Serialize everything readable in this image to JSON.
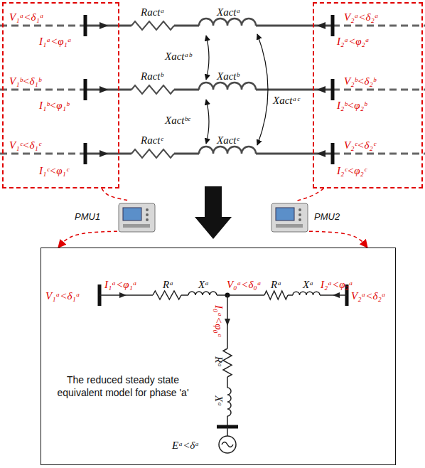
{
  "diagram": {
    "nodes": [
      {
        "text": [
          "V₁ᵃ<δ₁ᵃ",
          "I₁ᵃ<φ₁ᵃ",
          "V₁ᵇ<δ₁ᵇ",
          "I₁ᵇ<φ₁ᵇ",
          "V₁ᶜ<δ₁ᶜ",
          "I₁ᶜ<φ₁ᶜ"
        ]
      },
      {
        "text": [
          "V₂ᵃ<δ₂ᵃ",
          "I₂ᵃ<φ₂ᵃ",
          "V₂ᵇ<δ₂ᵇ",
          "I₂ᵇ<φ₂ᵇ",
          "V₂ᶜ<δ₂ᶜ",
          "I₂ᶜ<φ₂ᶜ"
        ]
      },
      {
        "text": [
          "PMU1"
        ]
      },
      {
        "text": [
          "PMU2"
        ]
      },
      {
        "text": [
          "V₁ᵃ<δ₁ᵃ",
          "I₁ᵃ<φ₁ᵃ",
          "Rᵃ",
          "Xᵃ",
          "V₀ᵃ<δ₀ᵃ",
          "Rᵃ",
          "Xᵃ",
          "I₂ᵃ<φ₂ᵃ",
          "V₂ᵃ<δ₂ᵃ",
          "I₀ᵃ<φ₀ᵃ",
          "Rᵃ",
          "Xᵃ",
          "The reduced steady state equivalent model for phase 'a'",
          "Eᵃ<δᵃ"
        ]
      }
    ],
    "edges": [
      {
        "from": 0,
        "to": 2,
        "arrow": "none"
      },
      {
        "from": 2,
        "to": 4,
        "arrow": "to"
      },
      {
        "from": 1,
        "to": 3,
        "arrow": "none"
      },
      {
        "from": 3,
        "to": 4,
        "arrow": "to"
      }
    ],
    "labels": [
      "Ractᵃ",
      "Xactᵃ",
      "Xactᵃᵇ",
      "Ractᵇ",
      "Xactᵇ",
      "Xactᵇᶜ",
      "Xactᵃᶜ",
      "Ractᶜ",
      "Xactᶜ"
    ]
  }
}
